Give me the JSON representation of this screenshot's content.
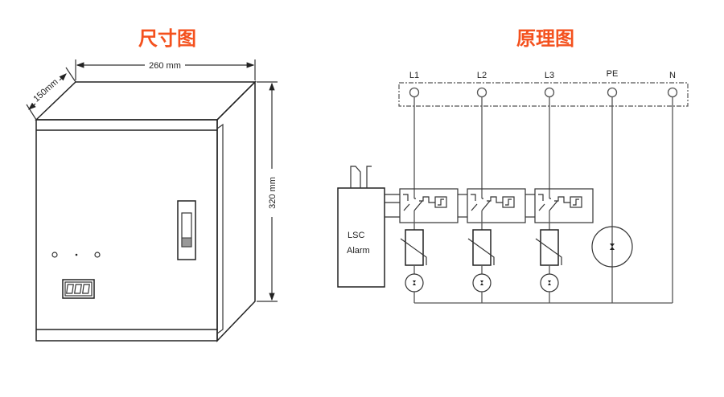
{
  "titles": {
    "dimensions": "尺寸图",
    "schematic": "原理图"
  },
  "dimensions": {
    "width": "260 mm",
    "depth": "150mm",
    "height": "320 mm"
  },
  "terminals": [
    "L1",
    "L2",
    "L3",
    "PE",
    "N"
  ],
  "alarm": {
    "line1": "LSC",
    "line2": "Alarm"
  },
  "colors": {
    "title": "#f4511e",
    "line": "#222222"
  }
}
